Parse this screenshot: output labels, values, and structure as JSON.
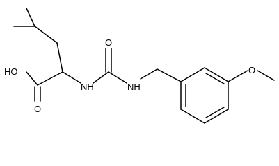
{
  "diagram": {
    "type": "chemical-structure",
    "background_color": "#ffffff",
    "line_color": "#000000",
    "labels": {
      "hydroxyl": "HO",
      "carbonyl_oxygen_acid": "O",
      "amine_left": "NH",
      "carbonyl_oxygen_urea": "O",
      "amine_right": "NH",
      "methoxy_oxygen": "O"
    }
  }
}
